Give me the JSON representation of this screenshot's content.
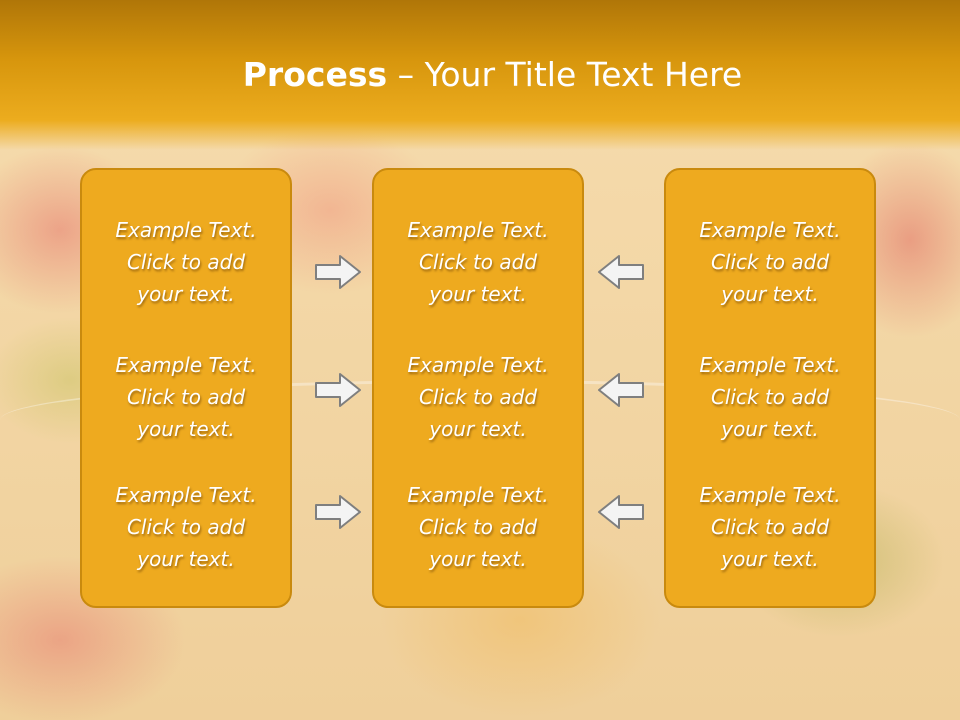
{
  "slide": {
    "title_bold": "Process",
    "title_rest": " – Your Title Text Here"
  },
  "columns": [
    {
      "items": [
        [
          "Example Text.",
          "Click  to add",
          "your text."
        ],
        [
          "Example Text.",
          "Click  to add",
          "your text."
        ],
        [
          "Example Text.",
          "Click  to add",
          "your text."
        ]
      ]
    },
    {
      "items": [
        [
          "Example Text.",
          "Click  to add",
          "your text."
        ],
        [
          "Example Text.",
          "Click  to add",
          "your text."
        ],
        [
          "Example Text.",
          "Click  to add",
          "your text."
        ]
      ]
    },
    {
      "items": [
        [
          "Example Text.",
          "Click  to add",
          "your text."
        ],
        [
          "Example Text.",
          "Click  to add",
          "your text."
        ],
        [
          "Example Text.",
          "Click  to add",
          "your text."
        ]
      ]
    }
  ],
  "arrows": {
    "left_group": "right-arrow-icon",
    "right_group": "left-arrow-icon"
  },
  "colors": {
    "box_fill": "#eeaa1f",
    "box_border": "#c98a0e",
    "header": "#d7960d",
    "text": "#ffffff"
  }
}
